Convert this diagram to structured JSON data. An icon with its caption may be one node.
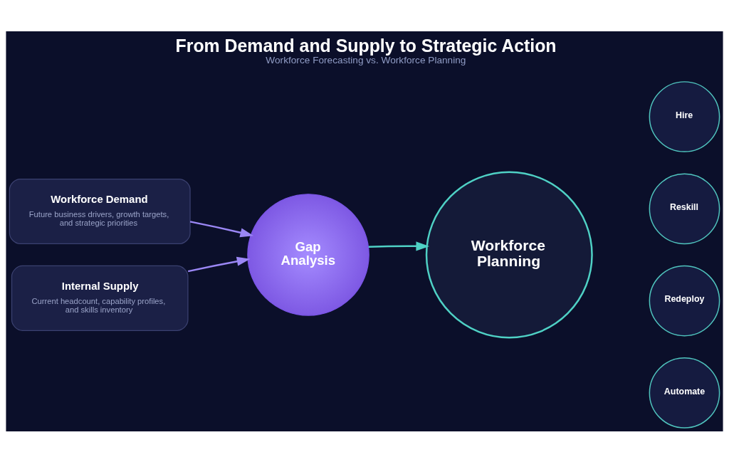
{
  "diagram": {
    "title": "From Demand and Supply to Strategic Action",
    "caption": "Workforce Forecasting vs. Workforce Planning",
    "nodes": [
      {
        "text": [
          "Workforce Demand",
          "Future business drivers, growth targets, and strategic priorities"
        ]
      },
      {
        "text": [
          "Internal Supply",
          "Current headcount, capability profiles, and skills inventory"
        ]
      },
      {
        "text": [
          "Gap Analysis"
        ]
      },
      {
        "text": [
          "Workforce Planning"
        ]
      },
      {
        "text": [
          "Hire"
        ]
      },
      {
        "text": [
          "Reskill"
        ]
      },
      {
        "text": [
          "Redeploy"
        ]
      },
      {
        "text": [
          "Automate"
        ]
      }
    ],
    "edges": [
      {
        "from": 0,
        "to": 2,
        "arrow": "to"
      },
      {
        "from": 1,
        "to": 2,
        "arrow": "to"
      },
      {
        "from": 2,
        "to": 3,
        "arrow": "to",
        "color": "#4fd1c5"
      }
    ]
  }
}
